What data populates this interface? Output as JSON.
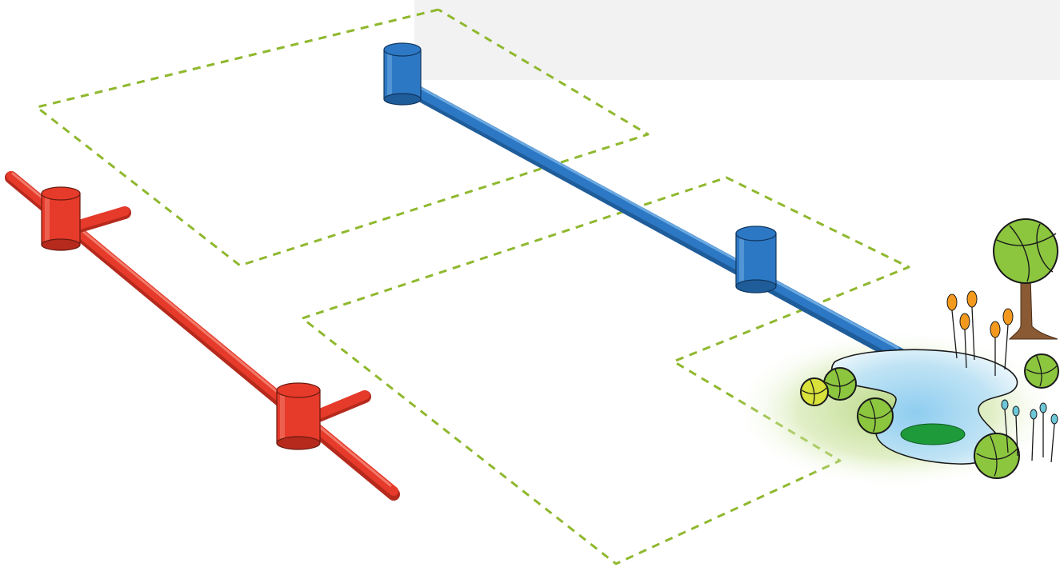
{
  "colors": {
    "background": "#ffffff",
    "header_panel": "#f2f2f2",
    "plot_outline": "#8fb82e",
    "storm_pipe": "#2d78c4",
    "storm_pipe_dark": "#1f5c9a",
    "storm_pipe_light": "#6aa8e0",
    "foul_pipe": "#e63a2a",
    "foul_pipe_dark": "#b52a1d",
    "foul_pipe_light": "#f27a6a",
    "pond_water": "#bfe3f4",
    "pond_edge": "#1a1a1a",
    "pond_grass": "#a8cf6a",
    "lily_pad": "#1f9a3a",
    "shrub_green": "#8cc63f",
    "shrub_dark": "#4e8a1e",
    "shrub_yellow": "#d8e23a",
    "reed_orange": "#f39a1e",
    "reed_cyan": "#6cc7d8",
    "tree_trunk": "#8a5a34"
  },
  "diagram": {
    "elements": [
      "plot-boundary-rear",
      "plot-boundary-front",
      "storm-water-pipe",
      "storm-inspection-chamber",
      "foul-water-pipe",
      "foul-inspection-chamber",
      "pond",
      "tree",
      "shrub",
      "reed"
    ]
  }
}
